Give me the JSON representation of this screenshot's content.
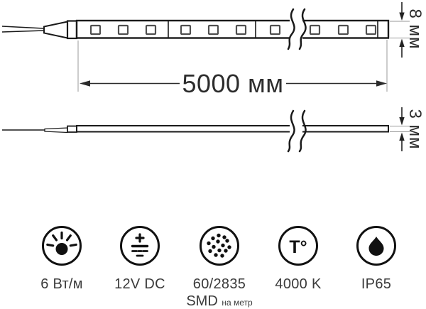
{
  "diagram": {
    "top_view": {
      "length_label": "5000 мм",
      "width_label": "8 мм"
    },
    "side_view": {
      "thickness_label": "3 мм"
    }
  },
  "specs": [
    {
      "name": "power",
      "icon": "brightness-icon",
      "label": "6 Вт/м"
    },
    {
      "name": "voltage",
      "icon": "dc-power-icon",
      "label": "12V DC"
    },
    {
      "name": "led-density",
      "icon": "smd-dots-icon",
      "label": "60/2835",
      "sub_main": "SMD",
      "sub_small": "на метр"
    },
    {
      "name": "color-temperature",
      "icon": "temperature-icon",
      "glyph": "T°",
      "label": "4000 K"
    },
    {
      "name": "ip-rating",
      "icon": "water-drop-icon",
      "label": "IP65"
    }
  ],
  "colors": {
    "line_art": "#1a1a1a",
    "dimension_text": "#2d2d2d",
    "extension_line": "#999999",
    "label_text": "#3a3a3a",
    "background": "#ffffff"
  }
}
